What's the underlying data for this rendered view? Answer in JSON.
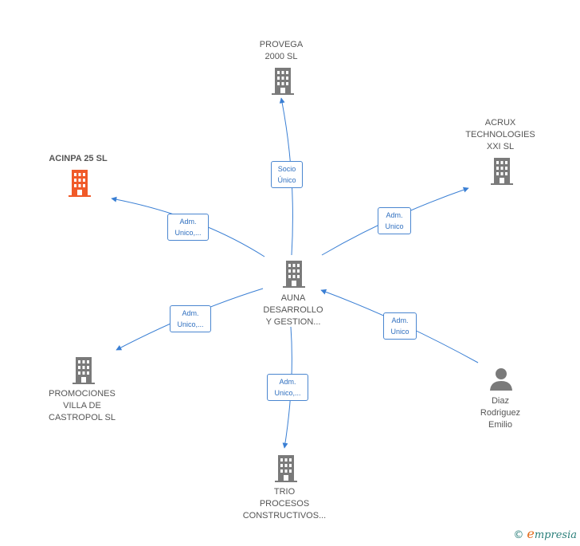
{
  "nodes": {
    "provega": {
      "lines": [
        "PROVEGA",
        "2000 SL"
      ],
      "icon": "building-icon"
    },
    "acrux": {
      "lines": [
        "ACRUX",
        "TECHNOLOGIES",
        "XXI  SL"
      ],
      "icon": "building-icon"
    },
    "acinpa": {
      "lines": [
        "ACINPA 25  SL"
      ],
      "icon": "building-icon",
      "color": "#f05a28"
    },
    "auna": {
      "lines": [
        "AUNA",
        "DESARROLLO",
        "Y GESTION..."
      ],
      "icon": "building-icon"
    },
    "promociones": {
      "lines": [
        "PROMOCIONES",
        "VILLA DE",
        "CASTROPOL  SL"
      ],
      "icon": "building-icon"
    },
    "trio": {
      "lines": [
        "TRIO",
        "PROCESOS",
        "CONSTRUCTIVOS..."
      ],
      "icon": "building-icon"
    },
    "diaz": {
      "lines": [
        "Diaz",
        "Rodriguez",
        "Emilio"
      ],
      "icon": "person-icon"
    }
  },
  "edges": {
    "provega": {
      "lines": [
        "Socio",
        "Único"
      ]
    },
    "acrux": {
      "lines": [
        "Adm.",
        "Unico"
      ]
    },
    "acinpa": {
      "lines": [
        "Adm.",
        "Unico,..."
      ]
    },
    "promociones": {
      "lines": [
        "Adm.",
        "Unico,..."
      ]
    },
    "trio": {
      "lines": [
        "Adm.",
        "Unico,..."
      ]
    },
    "diaz": {
      "lines": [
        "Adm.",
        "Unico"
      ]
    }
  },
  "colors": {
    "node": "#7a7a7a",
    "highlight": "#f05a28",
    "edge": "#3a7fd4"
  },
  "footer": {
    "symbol": "©",
    "brand_initial": "e",
    "brand_rest": "mpresia"
  }
}
